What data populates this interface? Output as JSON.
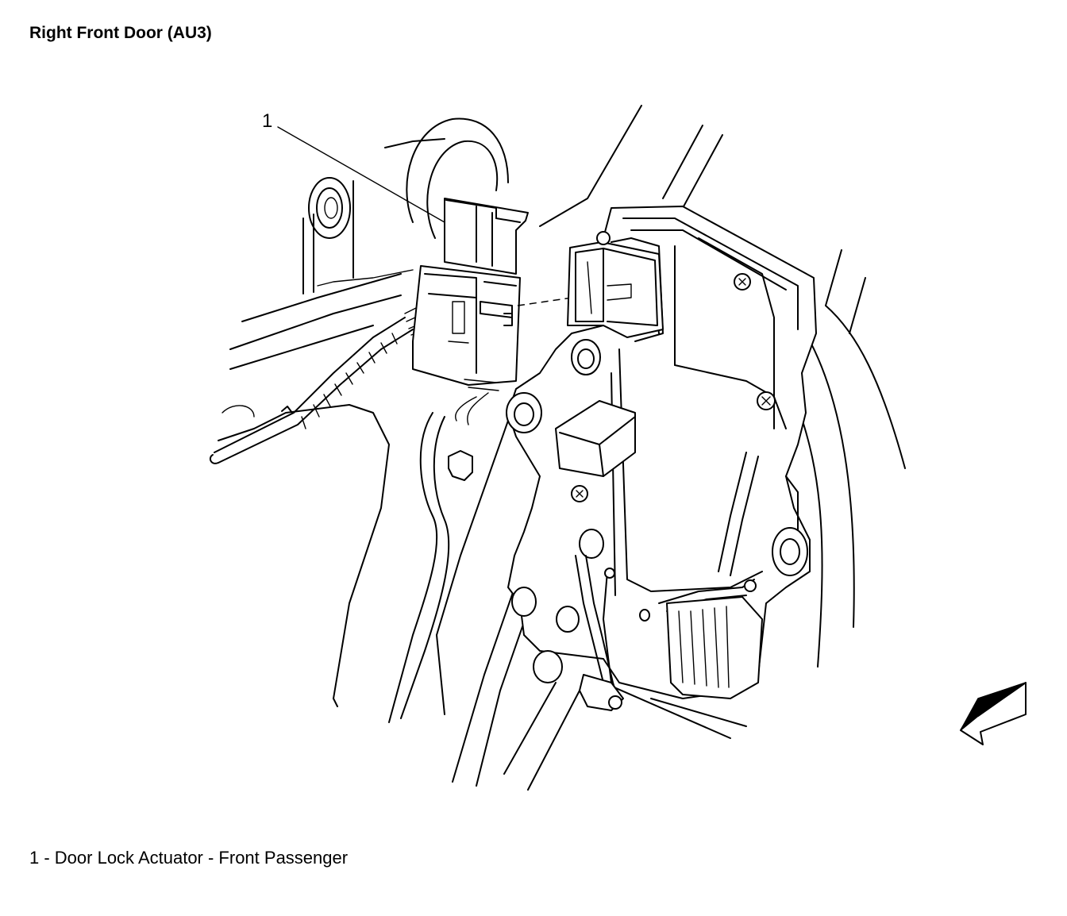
{
  "title": "Right Front Door (AU3)",
  "callouts": [
    {
      "number": "1"
    }
  ],
  "legend": [
    {
      "text": "1 - Door Lock Actuator - Front Passenger"
    }
  ],
  "icons": {
    "view_arrow": "view-direction-arrow-icon"
  }
}
